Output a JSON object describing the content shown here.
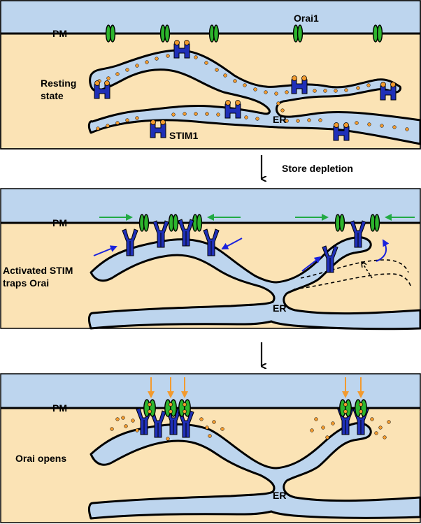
{
  "panels": [
    {
      "id": "resting",
      "pm_label": "PM",
      "side_label_lines": [
        "Resting",
        "state"
      ],
      "labels": {
        "orai": "Orai1",
        "er": "ER",
        "stim": "STIM1"
      }
    },
    {
      "id": "activated",
      "pm_label": "PM",
      "side_label_lines": [
        "Activated STIM",
        "traps Orai"
      ],
      "labels": {
        "er": "ER"
      }
    },
    {
      "id": "open",
      "pm_label": "PM",
      "side_label_lines": [
        "Orai opens"
      ],
      "labels": {
        "er": "ER"
      }
    }
  ],
  "transitions": [
    {
      "label": "Store depletion"
    },
    {
      "label": ""
    }
  ],
  "colors": {
    "extracellular": "#bdd5ee",
    "cytosol": "#fbe3b5",
    "er_lumen": "#bdd5ee",
    "orai": "#2db52d",
    "stim": "#1f2fb8",
    "calcium": "#f29a2e",
    "green_arrow": "#22aa44",
    "blue_arrow": "#1a22dd"
  }
}
